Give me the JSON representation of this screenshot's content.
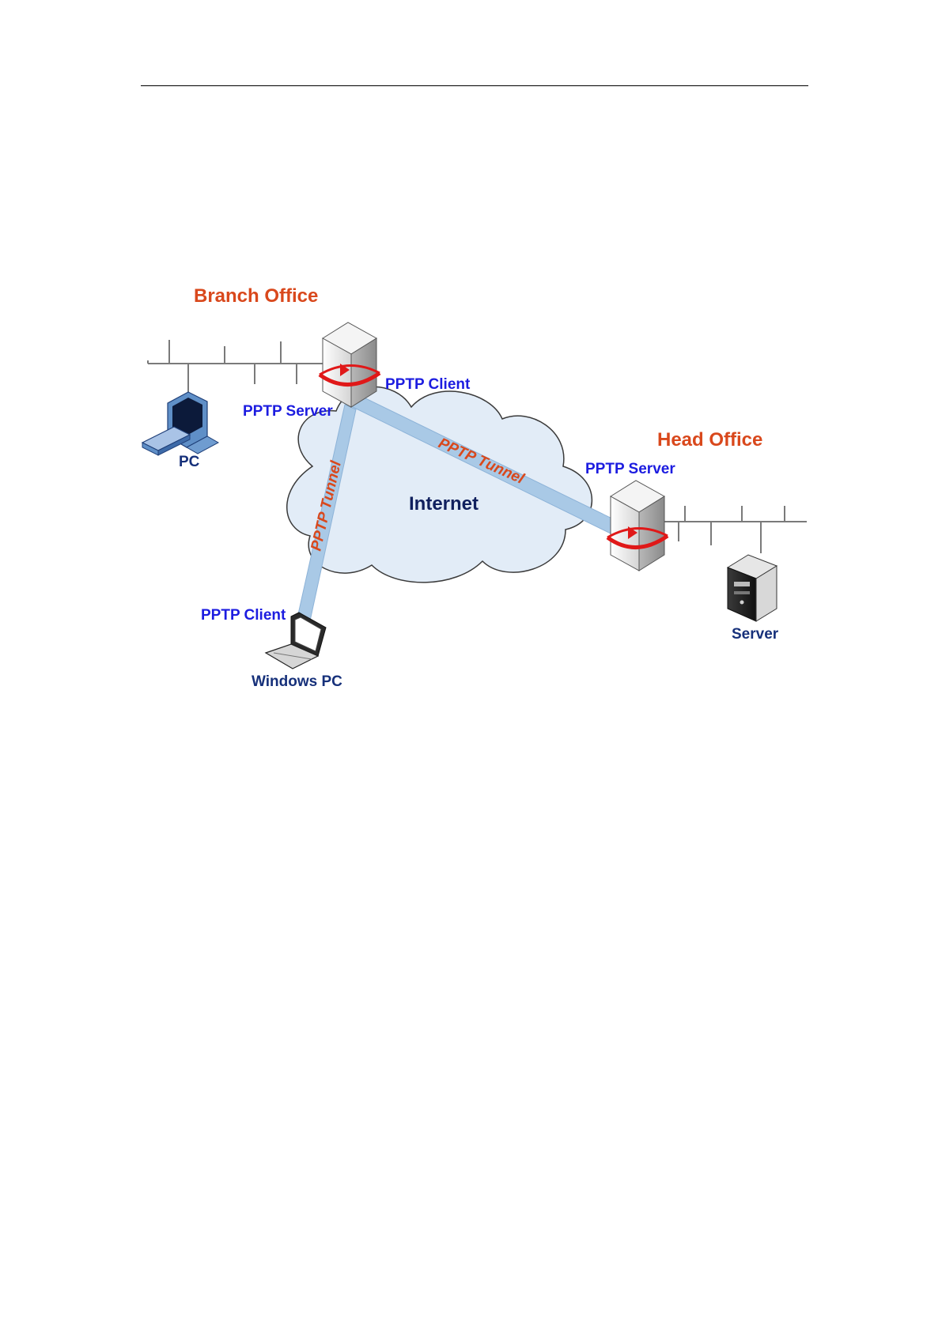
{
  "header": {
    "has_rule": true
  },
  "diagram": {
    "branch_office": "Branch Office",
    "head_office": "Head Office",
    "internet": "Internet",
    "branch_router_server_label": "PPTP Server",
    "branch_router_client_label": "PPTP Client",
    "head_router_server_label": "PPTP Server",
    "laptop_client_label": "PPTP Client",
    "pc_label": "PC",
    "laptop_label": "Windows PC",
    "server_label": "Server",
    "tunnel_to_head": "PPTP Tunnel",
    "tunnel_to_laptop": "PPTP Tunnel"
  },
  "colors": {
    "site_label": "#d9481c",
    "role_label": "#1c1ce0",
    "device_label": "#16307a",
    "internet_label": "#10205e",
    "tunnel_label": "#d9481c",
    "cloud_fill": "#e2ecf7",
    "cloud_stroke": "#3a3a3a",
    "tunnel_fill": "#a9c9e6",
    "network_line": "#7a7a7a",
    "router_arrow": "#e01818"
  },
  "icons": [
    "router-icon",
    "desktop-pc-icon",
    "laptop-icon",
    "tower-server-icon",
    "cloud-icon"
  ]
}
